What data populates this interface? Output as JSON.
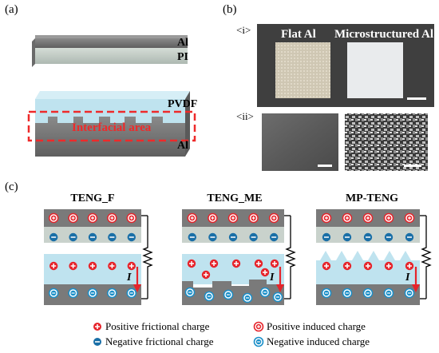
{
  "panels": {
    "a": "(a)",
    "b": "(b)",
    "c": "(c)"
  },
  "schematic_a": {
    "top_layers": [
      "Al",
      "PI"
    ],
    "bottom_layers": [
      "PVDF",
      "Al"
    ],
    "interfacial_label": "Interfacial area"
  },
  "photos_b": {
    "row_i": "<i>",
    "row_ii": "<ii>",
    "flat_label": "Flat Al",
    "micro_label": "Microstructured Al"
  },
  "devices_c": {
    "titles": [
      "TENG_F",
      "TENG_ME",
      "MP-TENG"
    ],
    "current_symbol": "I"
  },
  "legend": {
    "pos_frictional": "Positive frictional charge",
    "neg_frictional": "Negative frictional charge",
    "pos_induced": "Positive induced charge",
    "neg_induced": "Negative induced charge"
  },
  "colors": {
    "al_gray": "#7a7a7a",
    "pvdf_blue": "#bfe3ef",
    "pi_light": "#c9d2cc",
    "charge_red": "#e6242b",
    "charge_blue": "#1a8fc9",
    "dash_red": "#ee2a2a"
  }
}
